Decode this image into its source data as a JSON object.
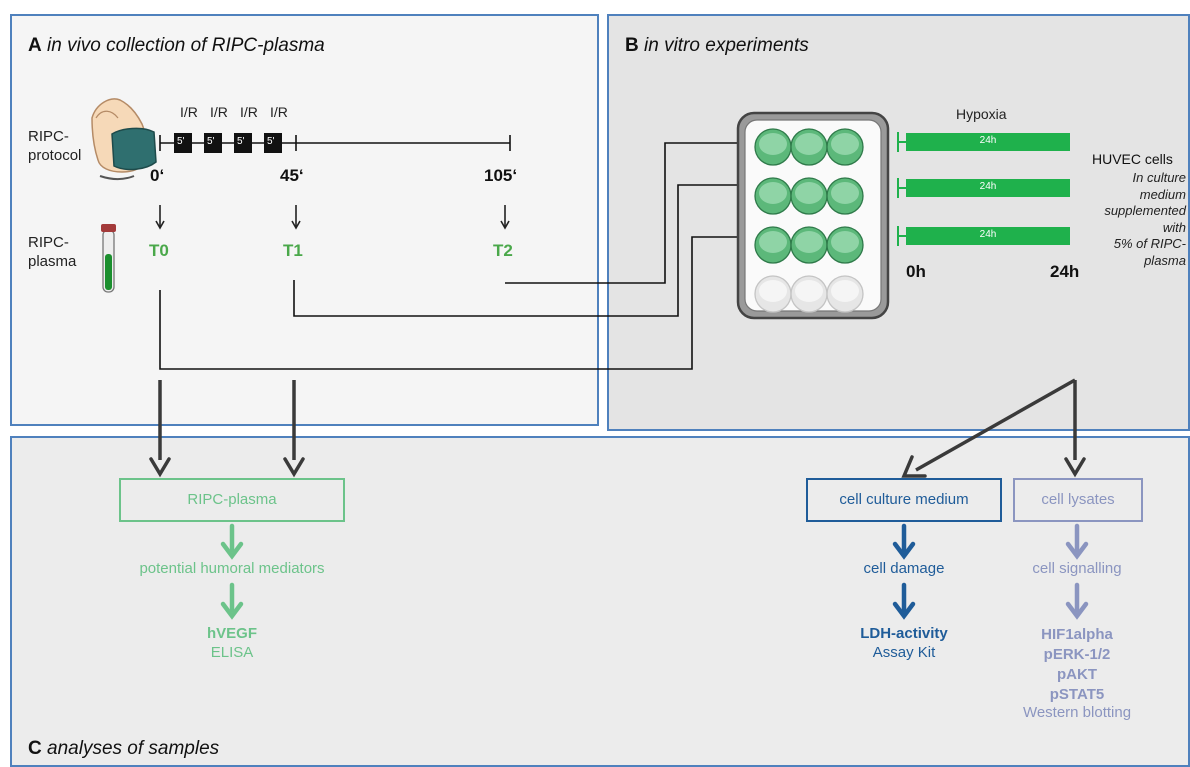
{
  "panels": {
    "a": {
      "letter": "A",
      "title": "in vivo collection of RIPC-plasma"
    },
    "b": {
      "letter": "B",
      "title": "in vitro experiments"
    },
    "c": {
      "letter": "C",
      "title": "analyses of samples"
    }
  },
  "protocol": {
    "label": [
      "RIPC-",
      "protocol"
    ],
    "cycle_label": "I/R",
    "cycle_count": 4,
    "ischemia_label": "5'",
    "times": [
      "0‘",
      "45‘",
      "105‘"
    ]
  },
  "plasma": {
    "label": [
      "RIPC-",
      "plasma"
    ],
    "samples": [
      "T0",
      "T1",
      "T2"
    ]
  },
  "plate": {
    "rows": 4,
    "cols": 3,
    "filled_rows": 3
  },
  "hypoxia": {
    "title": "Hypoxia",
    "bar_labels": [
      "24h",
      "24h",
      "24h"
    ],
    "start": "0h",
    "end": "24h"
  },
  "huvec": {
    "title": "HUVEC cells",
    "note": [
      "In culture",
      "medium",
      "supplemented",
      "with",
      "5% of RIPC-",
      "plasma"
    ]
  },
  "analysis": {
    "plasma": {
      "box": "RIPC-plasma",
      "step": "potential humoral mediators",
      "target": "hVEGF",
      "method": "ELISA"
    },
    "medium": {
      "box": "cell culture medium",
      "step": "cell damage",
      "target": "LDH-activity",
      "method": "Assay Kit"
    },
    "lysates": {
      "box": "cell lysates",
      "step": "cell signalling",
      "targets": [
        "HIF1alpha",
        "pERK-1/2",
        "pAKT",
        "pSTAT5"
      ],
      "method": "Western blotting"
    }
  },
  "colors": {
    "panel_border": "#4f81bd",
    "plasma_green": "#4aa84a",
    "well_green": "#5cb87a",
    "hypoxia_bar": "#1fb14c",
    "analysis_plasma": "#6cc38a",
    "analysis_medium": "#1f5c99",
    "analysis_lysates": "#8b95c0"
  }
}
